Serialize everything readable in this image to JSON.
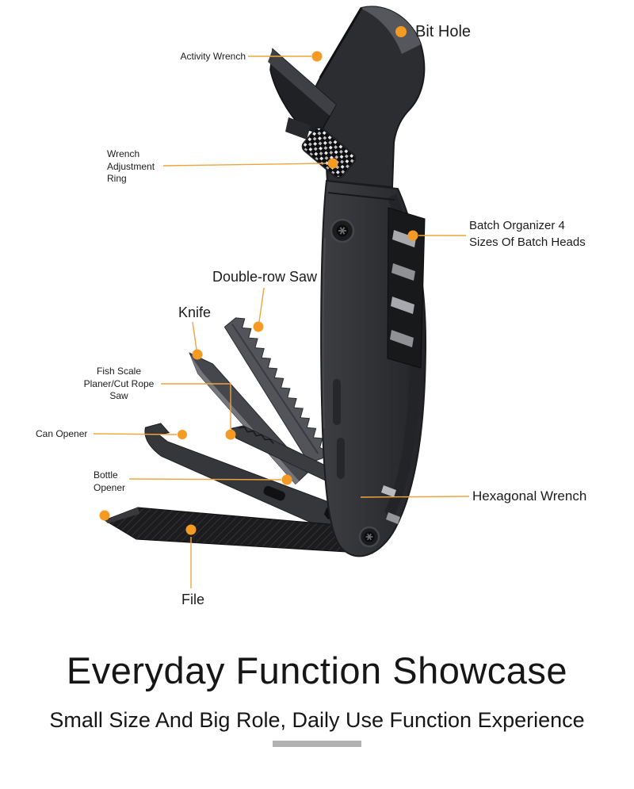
{
  "callouts": {
    "bit_hole": "Bit Hole",
    "activity_wrench": "Activity Wrench",
    "wrench_adjustment_ring": "Wrench Adjustment Ring",
    "batch_organizer": "Batch Organizer 4 Sizes Of Batch Heads",
    "double_row_saw": "Double-row Saw",
    "knife": "Knife",
    "fish_scale": "Fish Scale Planer/Cut Rope Saw",
    "can_opener": "Can Opener",
    "bottle_opener": "Bottle Opener",
    "hexagonal_wrench": "Hexagonal Wrench",
    "file": "File"
  },
  "footer": {
    "title": "Everyday Function Showcase",
    "subtitle": "Small Size And Big Role, Daily Use Function Experience"
  },
  "colors": {
    "marker": "#F59A23",
    "line": "#EFA43C",
    "text": "#1b1b1b",
    "title": "#161616",
    "divider": "#b2b2b2"
  }
}
